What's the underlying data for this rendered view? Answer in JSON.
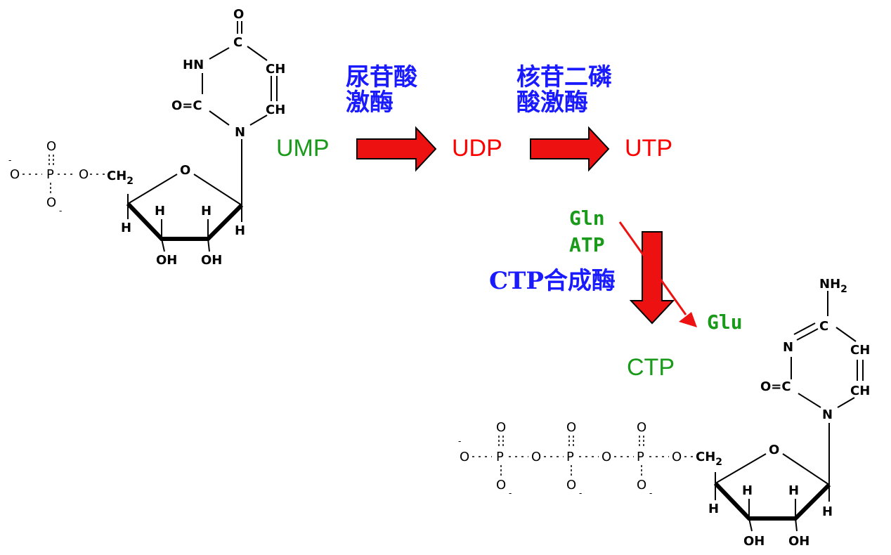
{
  "colors": {
    "green": "#1a9a1a",
    "red": "#ff0000",
    "blue": "#1a1aff",
    "black": "#000000",
    "arrow_fill": "#ee1111"
  },
  "pathway": {
    "ump": "UMP",
    "udp": "UDP",
    "utp": "UTP",
    "ctp": "CTP",
    "enzyme1": [
      "尿苷酸",
      "激酶"
    ],
    "enzyme2": [
      "核苷二磷",
      "酸激酶"
    ],
    "enzyme3": "CTP合成酶",
    "gln": "Gln",
    "atp": "ATP",
    "glu": "Glu"
  },
  "ump_structure": {
    "atoms": {
      "o_top": "O",
      "c4": "C",
      "hn": "HN",
      "ch5": "CH",
      "ch6": "CH",
      "o2": "O=C",
      "n1": "N",
      "ring_o": "O",
      "h1": "H",
      "h2": "H",
      "h3": "H",
      "h4": "H",
      "oh1": "OH",
      "oh2": "OH",
      "ch2": "CH",
      "ch2_sub": "2",
      "phosphate": [
        "O",
        "P",
        "O",
        "O",
        "O"
      ]
    }
  },
  "ctp_structure": {
    "atoms": {
      "nh2": "NH",
      "nh2_sub": "2",
      "c4": "C",
      "n3": "N",
      "ch5": "CH",
      "ch6": "CH",
      "o2": "O=C",
      "n1": "N",
      "ring_o": "O",
      "h1": "H",
      "h2": "H",
      "h3": "H",
      "h4": "H",
      "oh1": "OH",
      "oh2": "OH",
      "ch2": "CH",
      "ch2_sub": "2",
      "o_bridge": "O",
      "p": "P",
      "o_dbl": "O",
      "o_minus": "O"
    }
  }
}
